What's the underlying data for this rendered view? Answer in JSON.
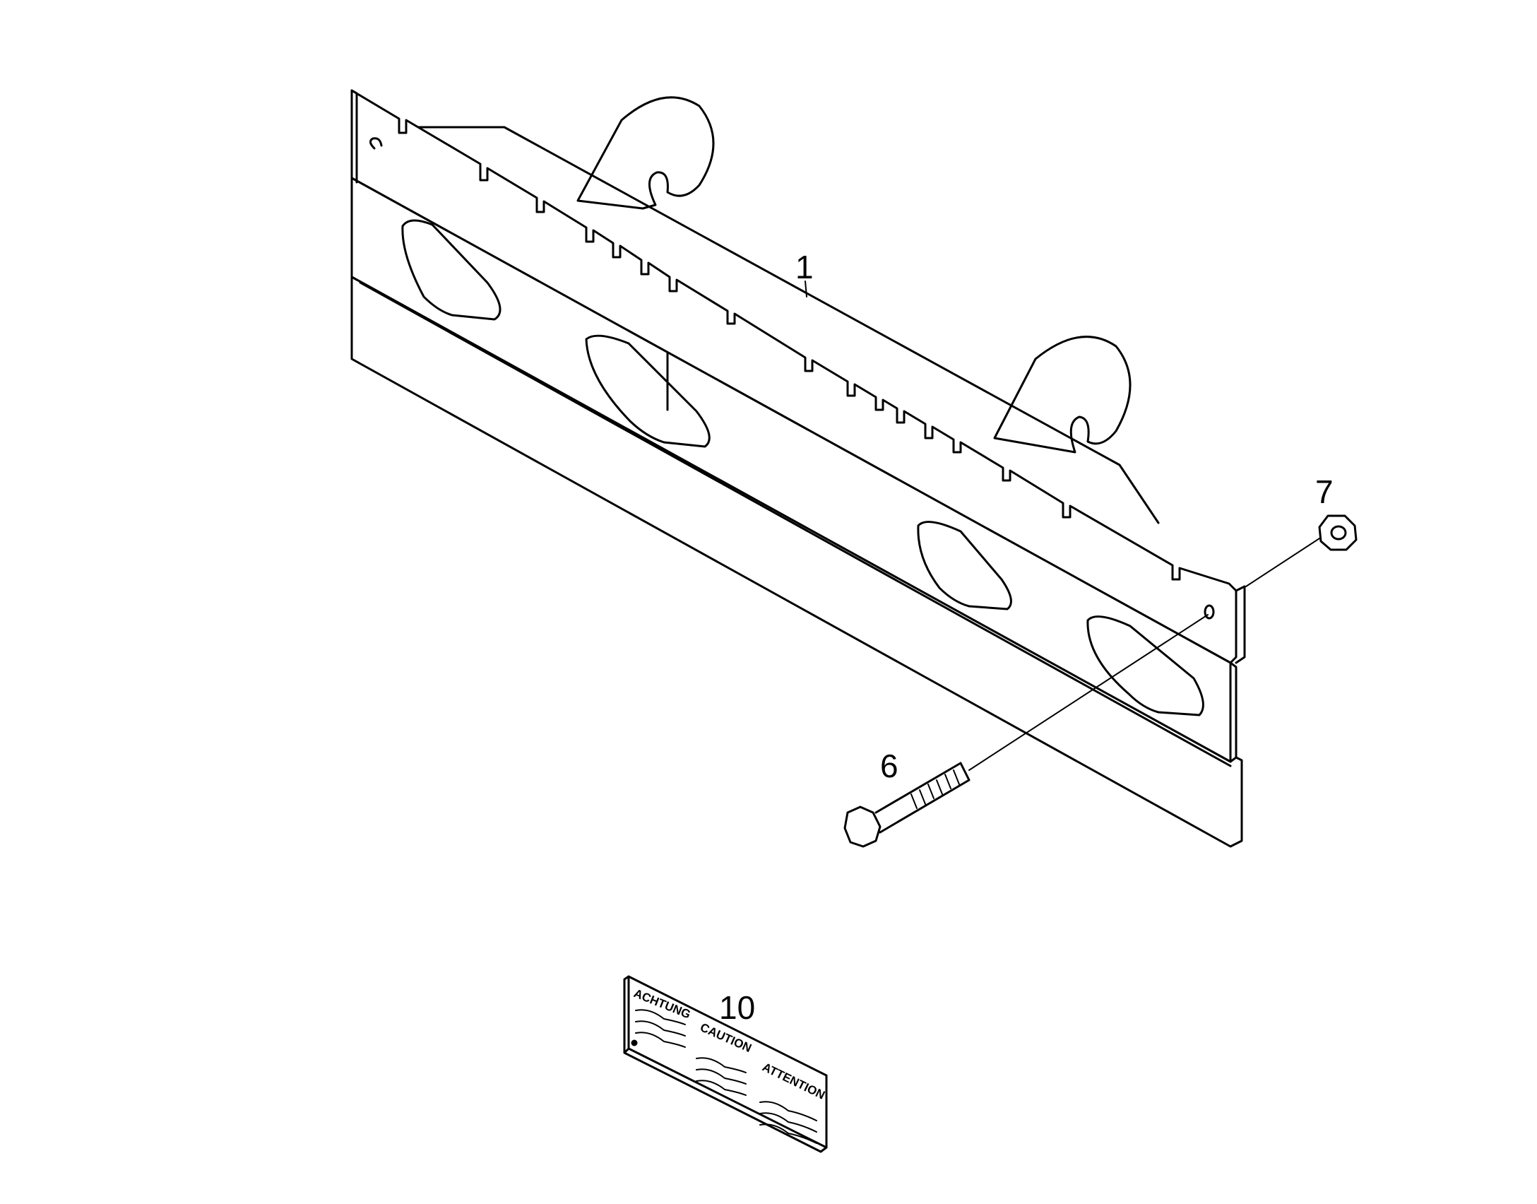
{
  "callouts": [
    {
      "id": "part-1",
      "label": "1"
    },
    {
      "id": "part-6",
      "label": "6"
    },
    {
      "id": "part-7",
      "label": "7"
    },
    {
      "id": "part-10",
      "label": "10"
    }
  ],
  "warning_label": {
    "words": [
      "ACHTUNG",
      "CAUTION",
      "ATTENTION"
    ]
  },
  "colors": {
    "line": "#000000",
    "background": "#ffffff"
  }
}
